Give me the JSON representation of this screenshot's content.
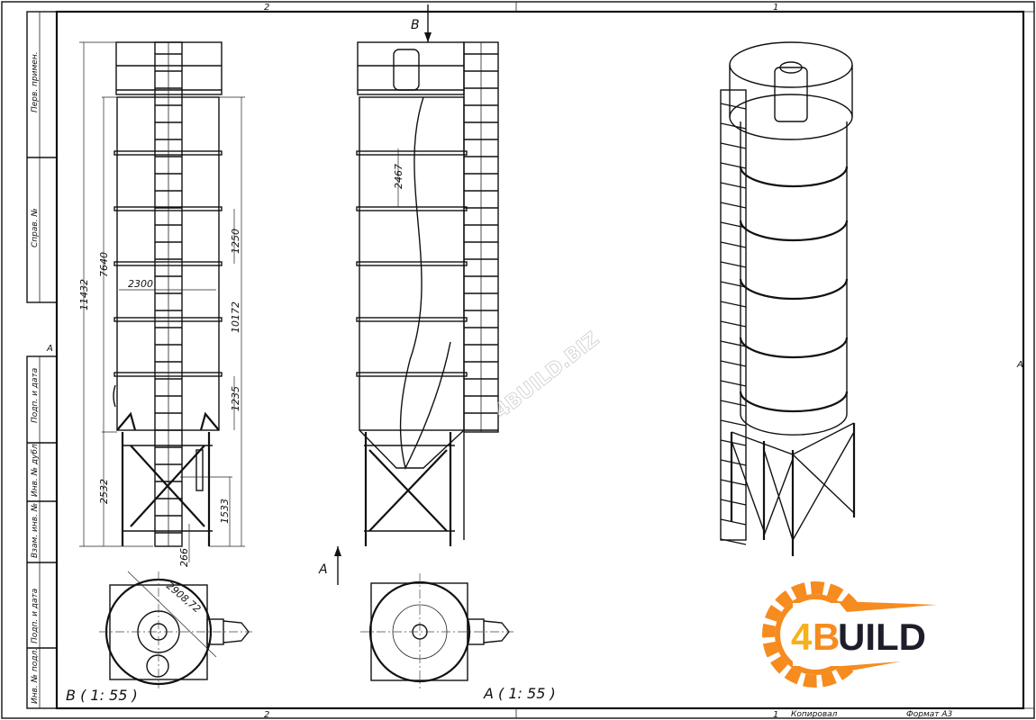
{
  "frame": {
    "zone_top": [
      "2",
      "1"
    ],
    "zone_bottom": [
      "2",
      "1"
    ],
    "zone_side": "A",
    "stamp_fields": [
      "Перв. примен.",
      "Справ. №",
      "Подп. и дата",
      "Инв. № дубл.",
      "Взам. инв. №",
      "Подп. и дата",
      "Инв. № подл."
    ],
    "copied_label": "Копировал",
    "format_label": "Формат А3"
  },
  "views": {
    "front_a": {
      "dims": {
        "total_height": "11432",
        "tank_height": "7640",
        "ring_pitch": "1250",
        "diameter": "2300",
        "body_height": "10172",
        "bottom_ring": "1235",
        "support_height": "2532",
        "outlet_height": "1533",
        "outlet_offset": "266"
      }
    },
    "front_b": {
      "view_arrow": "B",
      "dims": {
        "overlap": "2467"
      }
    },
    "plan_b": {
      "label": "B ( 1: 55 )",
      "dims": {
        "diagonal": "2908,72"
      }
    },
    "plan_a": {
      "label": "A ( 1: 55 )",
      "view_arrow": "A"
    }
  },
  "watermark": "4BUILD.BIZ",
  "logo": {
    "text": "4BUILD",
    "colors": {
      "orange": "#F68B1F",
      "yellow": "#F7B21A",
      "dark": "#1E1E2A"
    }
  }
}
